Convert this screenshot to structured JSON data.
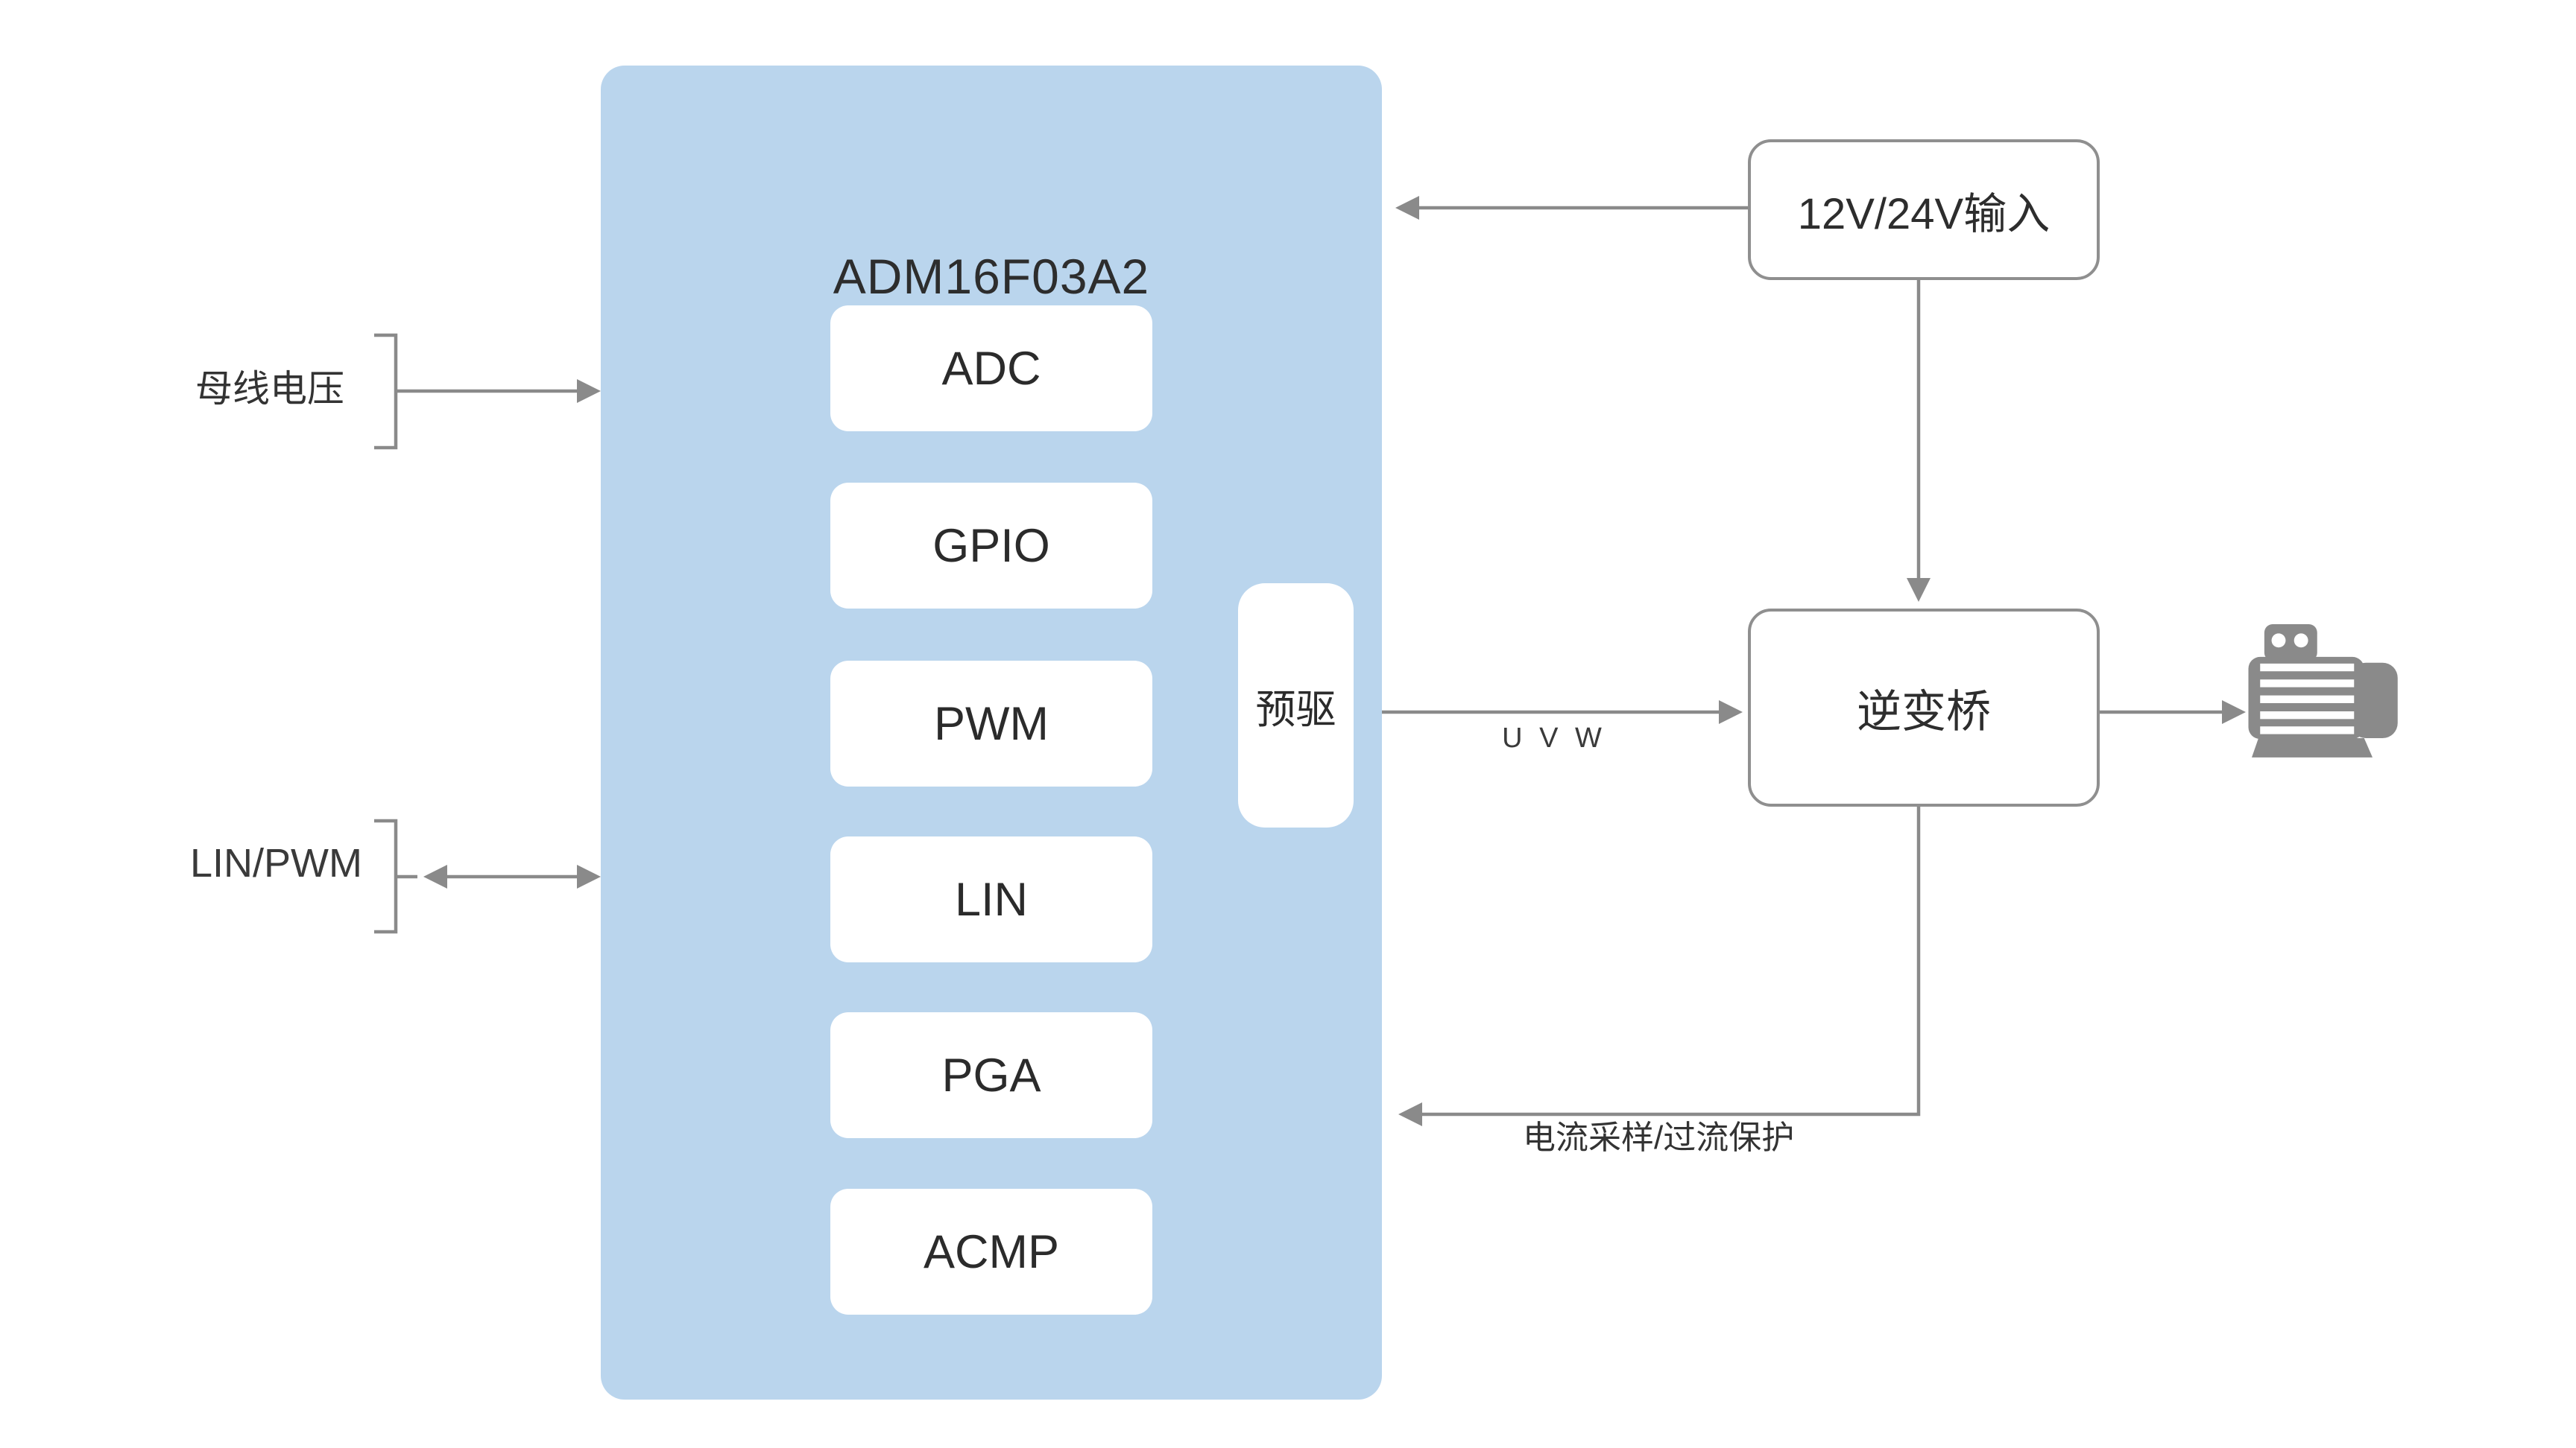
{
  "colors": {
    "chip_fill": "#bad5ed",
    "module_fill": "#ffffff",
    "line_gray": "#8a8a8a",
    "border_gray": "#8f8f8f",
    "text_dark": "#2f2f2f",
    "motor_gray": "#8a8a8a",
    "background": "#ffffff"
  },
  "chip": {
    "title": "ADM16F03A2",
    "modules": [
      "ADC",
      "GPIO",
      "PWM",
      "LIN",
      "PGA",
      "ACMP"
    ],
    "predriver": "预驱"
  },
  "external_blocks": {
    "power_input": "12V/24V输入",
    "inverter_bridge": "逆变桥"
  },
  "io_labels": {
    "bus_voltage": "母线电压",
    "lin_pwm": "LIN/PWM"
  },
  "connection_labels": {
    "uvw": "U V W",
    "current_sense": "电流采样/过流保护"
  },
  "icons": {
    "motor": "motor-icon"
  }
}
